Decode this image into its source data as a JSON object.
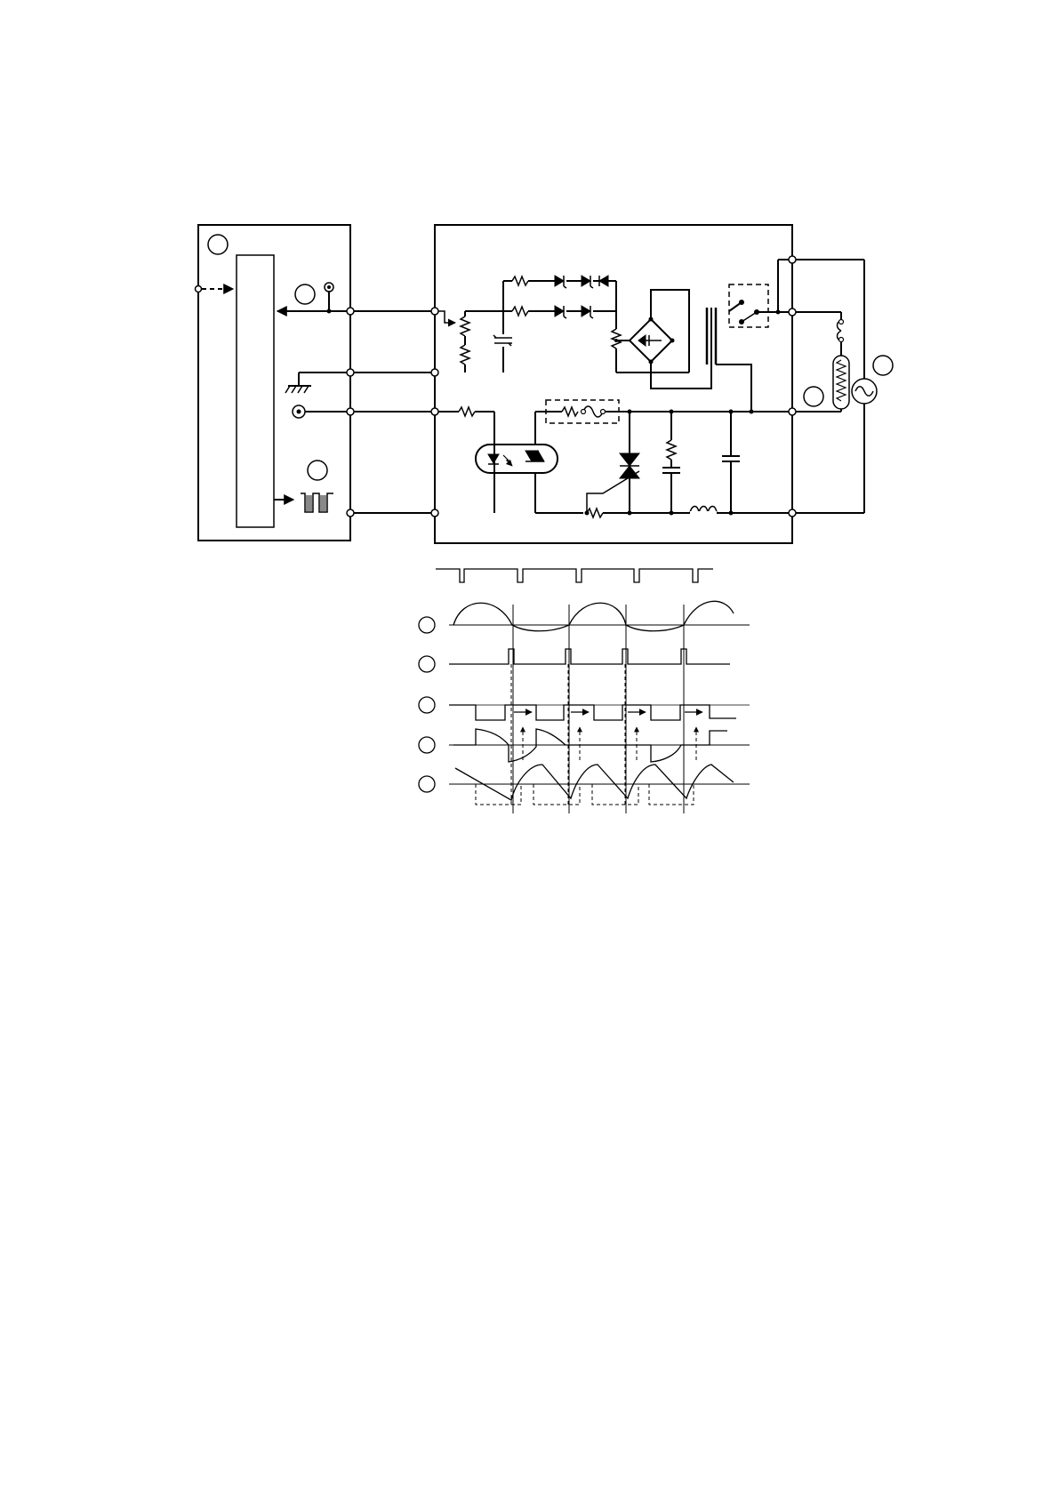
{
  "diagram": {
    "labels": {
      "controller_marker": "",
      "input_marker": "",
      "ground_marker": "",
      "pulse_marker": "",
      "ac_source_marker": "",
      "heater_marker": ""
    },
    "timing_rows": [
      {
        "marker": "",
        "signal": "ac-voltage-sine"
      },
      {
        "marker": "",
        "signal": "zero-cross-pulse"
      },
      {
        "marker": "",
        "signal": "triac-drive"
      },
      {
        "marker": "",
        "signal": "heater-current"
      },
      {
        "marker": "",
        "signal": "sawtooth-ramp"
      }
    ]
  }
}
